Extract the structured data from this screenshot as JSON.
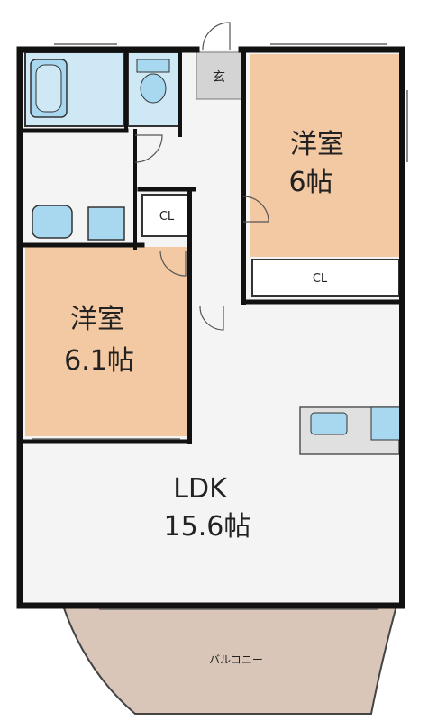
{
  "rooms": {
    "western_room_1": {
      "name": "洋室",
      "size": "6帖"
    },
    "western_room_2": {
      "name": "洋室",
      "size": "6.1帖"
    },
    "ldk": {
      "name": "LDK",
      "size": "15.6帖"
    },
    "balcony": {
      "name": "バルコニー"
    },
    "entrance": {
      "name": "玄"
    },
    "closet_1": {
      "name": "CL"
    },
    "closet_2": {
      "name": "CL"
    }
  },
  "colors": {
    "wall": "#111111",
    "floor_western": "#f2c9a2",
    "floor_common": "#f4f4f4",
    "balcony": "#d9c6b8",
    "water_fixture": "#a8d8f0",
    "entrance_floor": "#d4d4d4"
  }
}
